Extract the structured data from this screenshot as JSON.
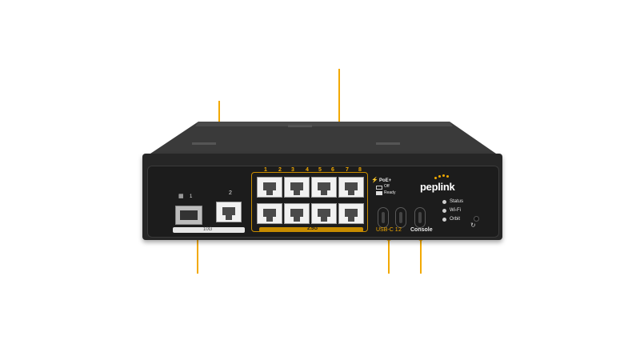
{
  "device": {
    "brand": "peplink",
    "port_labels": {
      "sfp_label": "1",
      "wan2_label": "2",
      "sfp_speed": "10G",
      "lan_port_numbers": [
        "1",
        "2",
        "3",
        "4",
        "5",
        "6",
        "7",
        "8"
      ],
      "lan_speed": "2.5G",
      "usbc_label": "USB-C 1",
      "usbc2_label": "2",
      "console_label": "Console"
    },
    "poe_legend": {
      "title": "PoE+",
      "off": "Off",
      "ready": "Ready"
    },
    "status_leds": [
      "Status",
      "Wi-Fi",
      "Orbit"
    ]
  },
  "colors": {
    "accent": "#f2a900",
    "chassis": "#2b2b2b",
    "face": "#1e1e1e",
    "background": "#ffffff"
  }
}
